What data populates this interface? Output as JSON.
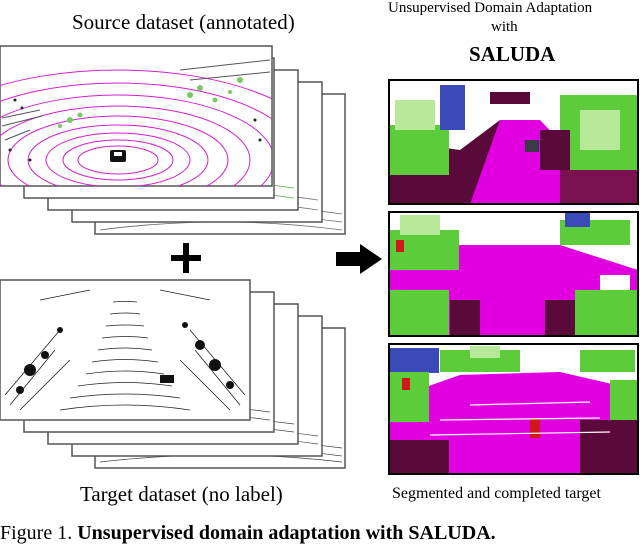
{
  "source": {
    "title": "Source dataset (annotated)"
  },
  "target": {
    "title": "Target dataset (no label)"
  },
  "method": {
    "line1": "Unsupervised Domain Adaptation",
    "line2": "with",
    "name": "SALUDA"
  },
  "result": {
    "caption": "Segmented and completed target"
  },
  "figure_caption": {
    "prefix": "Figure 1.",
    "bold": "Unsupervised domain adaptation with SALUDA."
  },
  "colors": {
    "road_magenta": "#e000e0",
    "vegetation_green": "#5ccc3a",
    "light_green": "#b8e89a",
    "terrain_dark": "#5a0a3a",
    "vehicle_blue": "#3a4ab8",
    "accent_red": "#d01818",
    "arrow": "#000000"
  },
  "icons": [
    "plus-icon",
    "arrow-right-icon"
  ]
}
